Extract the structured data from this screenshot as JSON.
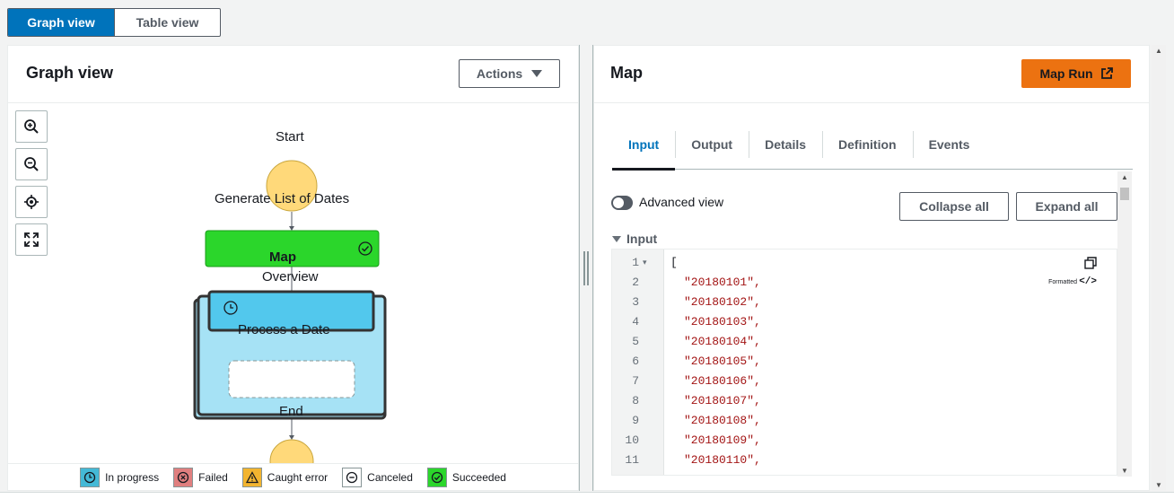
{
  "view_toggle": {
    "graph": "Graph view",
    "table": "Table view",
    "active": "graph"
  },
  "left_panel": {
    "title": "Graph view",
    "actions_label": "Actions",
    "tools": [
      {
        "name": "zoom-in-icon"
      },
      {
        "name": "zoom-out-icon"
      },
      {
        "name": "center-icon"
      },
      {
        "name": "fit-icon"
      }
    ],
    "graph": {
      "start": "Start",
      "generate": "Generate List of Dates",
      "map_title": "Map",
      "map_subtitle": "Overview",
      "process": "Process a Date",
      "end": "End"
    },
    "legend": [
      {
        "label": "In progress",
        "color": "#44b9d6",
        "icon": "clock-icon"
      },
      {
        "label": "Failed",
        "color": "#e07f7f",
        "icon": "x-circle-icon"
      },
      {
        "label": "Caught error",
        "color": "#f2b430",
        "icon": "warning-icon"
      },
      {
        "label": "Canceled",
        "color": "#ffffff",
        "icon": "minus-circle-icon"
      },
      {
        "label": "Succeeded",
        "color": "#2bd62b",
        "icon": "check-circle-icon"
      }
    ]
  },
  "right_panel": {
    "title": "Map",
    "map_run_label": "Map Run",
    "tabs": [
      "Input",
      "Output",
      "Details",
      "Definition",
      "Events"
    ],
    "active_tab": "Input",
    "advanced_view_label": "Advanced view",
    "collapse_all": "Collapse all",
    "expand_all": "Expand all",
    "section_label": "Input",
    "formatted_label": "Formatted",
    "code": {
      "open": "[",
      "items": [
        "\"20180101\",",
        "\"20180102\",",
        "\"20180103\",",
        "\"20180104\",",
        "\"20180105\",",
        "\"20180106\",",
        "\"20180107\",",
        "\"20180108\",",
        "\"20180109\",",
        "\"20180110\","
      ],
      "line_numbers": [
        "1",
        "2",
        "3",
        "4",
        "5",
        "6",
        "7",
        "8",
        "9",
        "10",
        "11"
      ]
    }
  },
  "colors": {
    "primary": "#0073bb",
    "accent": "#ec7211",
    "success": "#2bd62b",
    "in_progress": "#44b9d6",
    "node": "#ffd97a"
  }
}
